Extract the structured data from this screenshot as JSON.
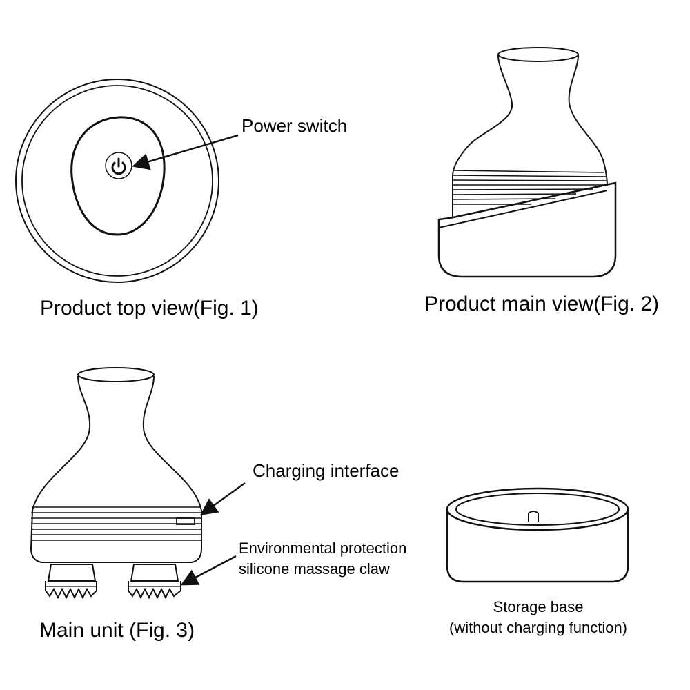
{
  "figures": {
    "top_view": {
      "caption": "Product top view(Fig. 1)",
      "callout": "Power switch"
    },
    "main_view": {
      "caption": "Product main view(Fig. 2)"
    },
    "main_unit": {
      "caption": "Main unit (Fig. 3)",
      "callout_charging": "Charging interface",
      "callout_claw_line1": "Environmental protection",
      "callout_claw_line2": "silicone massage claw"
    },
    "storage_base": {
      "caption_line1": "Storage base",
      "caption_line2": "(without charging function)"
    }
  },
  "icons": {
    "power": "power-icon"
  },
  "colors": {
    "stroke": "#111111",
    "background": "#ffffff"
  }
}
